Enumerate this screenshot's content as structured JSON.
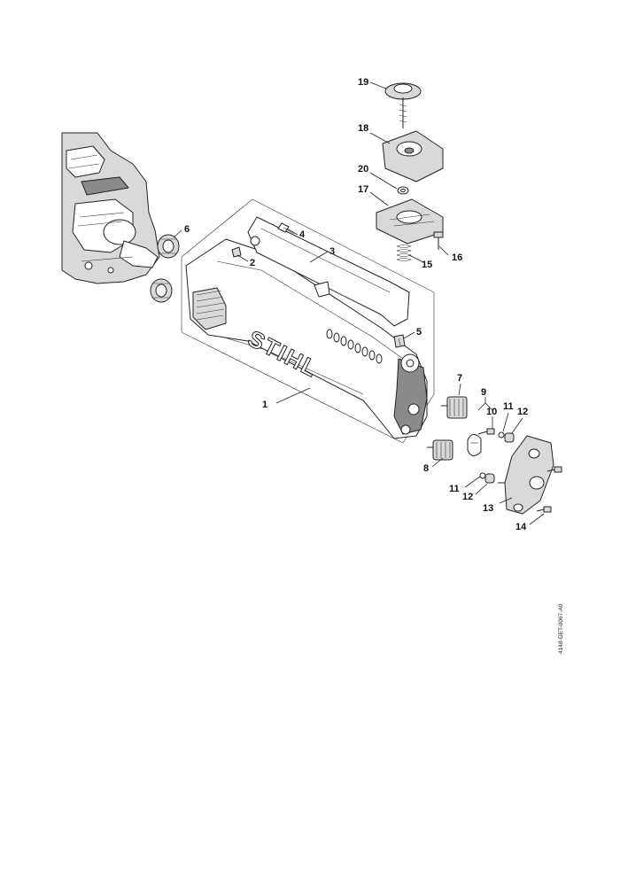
{
  "brand_text": "STIHL",
  "drawing_code": "4148-GET-0067-A0",
  "callouts": [
    "1",
    "2",
    "3",
    "4",
    "5",
    "6",
    "7",
    "8",
    "9",
    "10",
    "11",
    "12",
    "13",
    "14",
    "15",
    "16",
    "17",
    "18",
    "19",
    "20",
    "11",
    "12"
  ],
  "icons": {
    "engine": "engine-housing-icon",
    "handle": "rear-handle-icon",
    "spring": "spring-icon",
    "screw": "screw-icon"
  }
}
